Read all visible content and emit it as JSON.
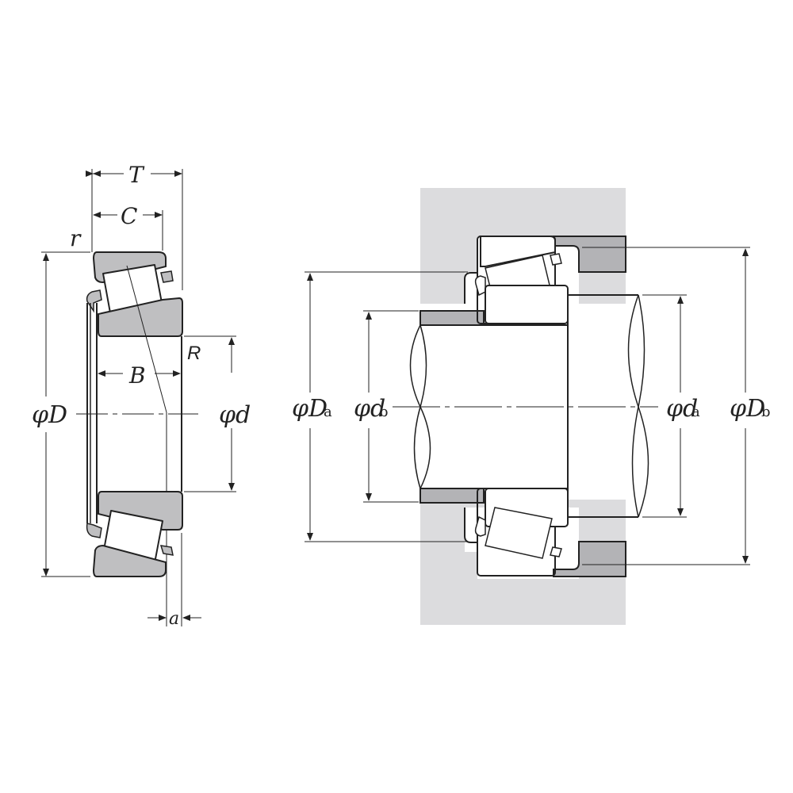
{
  "diagram": {
    "subject": "Tapered roller bearing dimensions and mounting",
    "colors": {
      "line": "#222222",
      "ring_fill": "#bfbfc1",
      "housing_fill": "#dcdcde",
      "spacer_fill": "#b3b3b6",
      "background": "#ffffff"
    },
    "left_view": {
      "labels": {
        "T": "T",
        "C": "C",
        "r": "r",
        "R": "R",
        "B": "B",
        "D": "φD",
        "d": "φd",
        "a": "a"
      }
    },
    "right_view": {
      "labels": {
        "Da_main": "φD",
        "Da_sub": "a",
        "db_main": "φd",
        "db_sub": "b",
        "da_main": "φd",
        "da_sub": "a",
        "Db_main": "φD",
        "Db_sub": "b"
      }
    }
  }
}
